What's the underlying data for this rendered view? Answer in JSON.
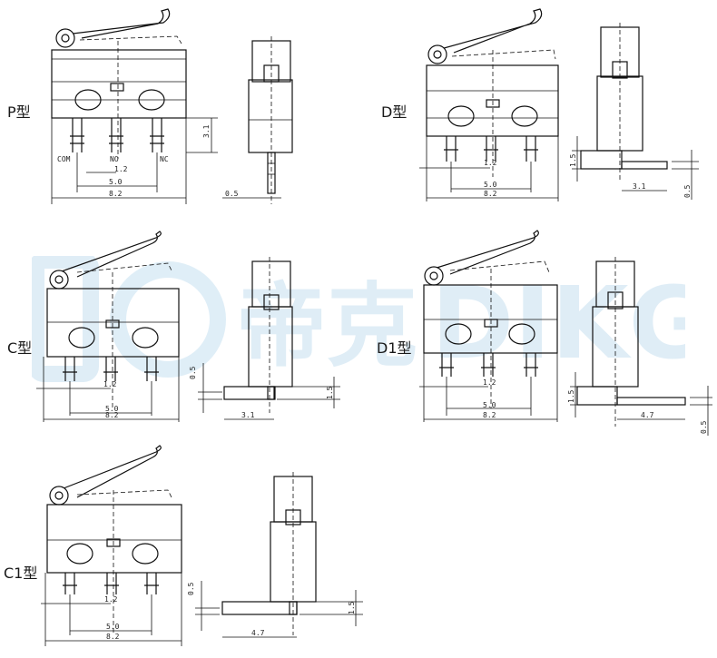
{
  "watermark": {
    "brand_cn": "帝克",
    "brand_en": "DIKGU",
    "color": "#dcecf6"
  },
  "variants": [
    {
      "id": "P",
      "label": "P型",
      "dims": {
        "pitch": "1.2",
        "span": "5.0",
        "width": "8.2",
        "height": "3.1",
        "side": "0.5"
      },
      "pins": [
        "COM",
        "NO",
        "NC"
      ]
    },
    {
      "id": "D",
      "label": "D型",
      "dims": {
        "pitch": "1.2",
        "span": "5.0",
        "width": "8.2",
        "foot": "3.1",
        "h1": "1.5",
        "h2": "0.5"
      }
    },
    {
      "id": "C",
      "label": "C型",
      "dims": {
        "pitch": "1.2",
        "span": "5.0",
        "width": "8.2",
        "foot": "3.1",
        "h1": "0.5",
        "h2": "1.5"
      }
    },
    {
      "id": "D1",
      "label": "D1型",
      "dims": {
        "pitch": "1.2",
        "span": "5.0",
        "width": "8.2",
        "foot": "4.7",
        "h1": "1.5",
        "h2": "0.5"
      }
    },
    {
      "id": "C1",
      "label": "C1型",
      "dims": {
        "pitch": "1.2",
        "span": "5.0",
        "width": "8.2",
        "foot": "4.7",
        "h1": "0.5",
        "h2": "1.5"
      }
    }
  ]
}
